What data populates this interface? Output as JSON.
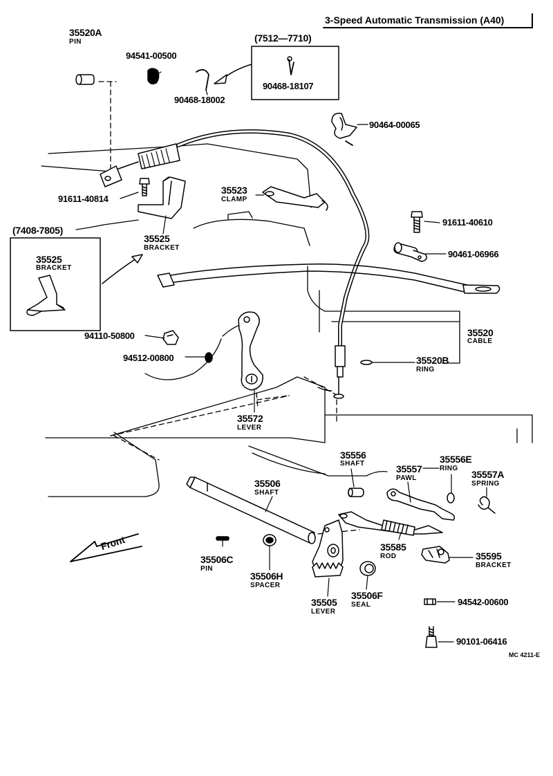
{
  "title": "3-Speed Automatic Transmission (A40)",
  "diagram_code": "MC 4211-E",
  "front_label": "Front",
  "inset_top_range": "(7512—7710)",
  "inset_left_range": "(7408-7805)",
  "parts": {
    "p35520A": {
      "number": "35520A",
      "name": "PIN"
    },
    "p94541": {
      "number": "94541-00500"
    },
    "p90468_18002": {
      "number": "90468-18002"
    },
    "p90468_18107": {
      "number": "90468-18107"
    },
    "p90464": {
      "number": "90464-00065"
    },
    "p91611_40814": {
      "number": "91611-40814"
    },
    "p35523": {
      "number": "35523",
      "name": "CLAMP"
    },
    "p35525": {
      "number": "35525",
      "name": "BRACKET"
    },
    "p35525_inset": {
      "number": "35525",
      "name": "BRACKET"
    },
    "p91611_40610": {
      "number": "91611-40610"
    },
    "p90461": {
      "number": "90461-06966"
    },
    "p94110": {
      "number": "94110-50800"
    },
    "p94512": {
      "number": "94512-00800"
    },
    "p35520": {
      "number": "35520",
      "name": "CABLE"
    },
    "p35520B": {
      "number": "35520B",
      "name": "RING"
    },
    "p35572": {
      "number": "35572",
      "name": "LEVER"
    },
    "p35556": {
      "number": "35556",
      "name": "SHAFT"
    },
    "p35557": {
      "number": "35557",
      "name": "PAWL"
    },
    "p35556E": {
      "number": "35556E",
      "name": "RING"
    },
    "p35557A": {
      "number": "35557A",
      "name": "SPRING"
    },
    "p35506": {
      "number": "35506",
      "name": "SHAFT"
    },
    "p35585": {
      "number": "35585",
      "name": "ROD"
    },
    "p35595": {
      "number": "35595",
      "name": "BRACKET"
    },
    "p35506C": {
      "number": "35506C",
      "name": "PIN"
    },
    "p35506H": {
      "number": "35506H",
      "name": "SPACER"
    },
    "p35505": {
      "number": "35505",
      "name": "LEVER"
    },
    "p35506F": {
      "number": "35506F",
      "name": "SEAL"
    },
    "p94542": {
      "number": "94542-00600"
    },
    "p90101": {
      "number": "90101-06416"
    }
  }
}
